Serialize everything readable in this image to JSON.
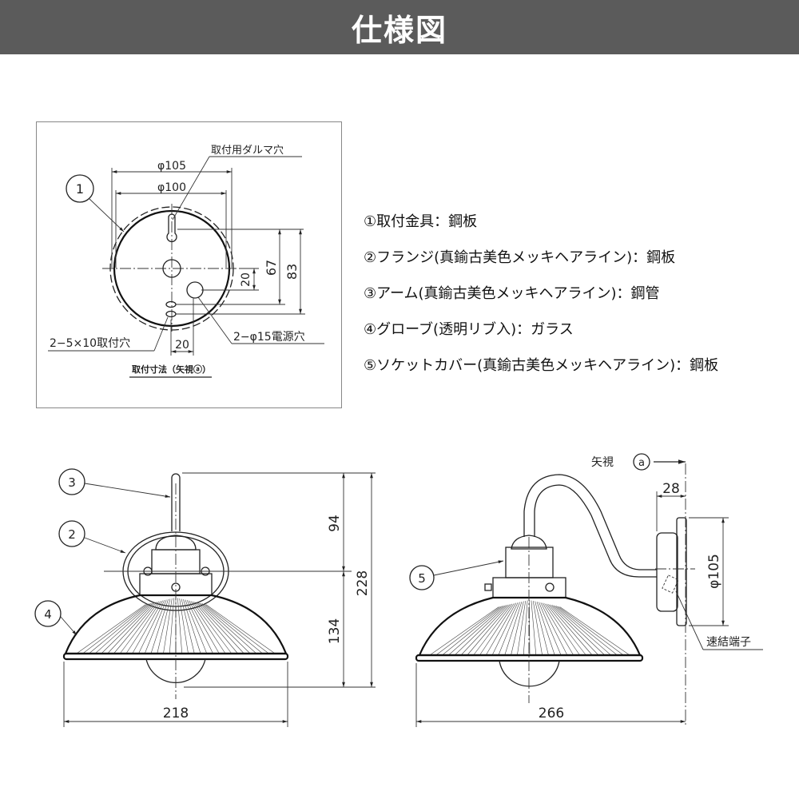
{
  "header": {
    "title": "仕様図",
    "color": "#5b5b5b"
  },
  "mount_view": {
    "hole_label": "取付用ダルマ穴",
    "dia_outer": "φ105",
    "dia_inner": "φ100",
    "part1": "1",
    "dim_20v": "20",
    "dim_67": "67",
    "dim_83": "83",
    "screw_holes": "2−5×10取付穴",
    "dim_20h": "20",
    "power_holes": "2−φ15電源穴",
    "caption": "取付寸法（矢視ⓐ）"
  },
  "specs": [
    "①取付金具：鋼板",
    "②フランジ(真鍮古美色メッキヘアライン)：鋼板",
    "③アーム(真鍮古美色メッキヘアライン)：鋼管",
    "④グローブ(透明リブ入)：ガラス",
    "⑤ソケットカバー(真鍮古美色メッキヘアライン)：鋼板"
  ],
  "front_view": {
    "part3": "3",
    "part2": "2",
    "part4": "4",
    "dim_94": "94",
    "dim_134": "134",
    "dim_228": "228",
    "dim_218": "218"
  },
  "side_view": {
    "view_label": "矢視",
    "view_mark": "a",
    "dim_28": "28",
    "dim_105": "φ105",
    "terminal": "速結端子",
    "part5": "5",
    "dim_266": "266"
  }
}
